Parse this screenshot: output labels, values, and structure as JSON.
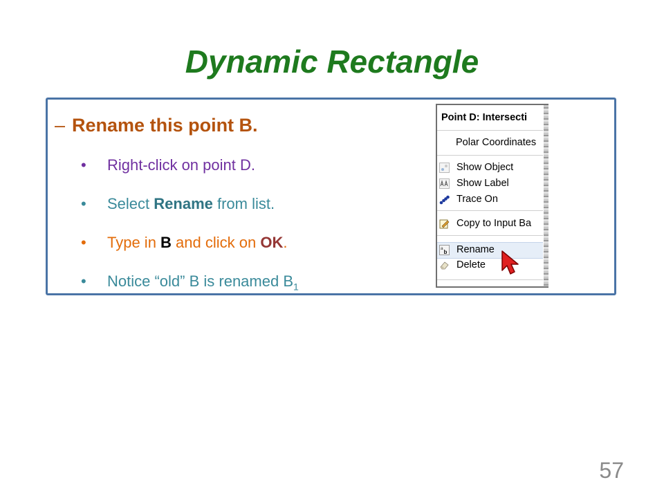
{
  "slide": {
    "title": "Dynamic Rectangle",
    "heading": {
      "dash": "–",
      "text": "Rename this point B."
    },
    "bullets": [
      {
        "marker": "•",
        "parts": [
          "Right-click on point D."
        ]
      },
      {
        "marker": "•",
        "parts": [
          "Select ",
          "Rename",
          " from list."
        ]
      },
      {
        "marker": "•",
        "parts": [
          "Type in ",
          "B",
          " and click on ",
          "OK",
          "."
        ]
      },
      {
        "marker": "•",
        "parts": [
          "Notice “old” B is renamed B",
          "1"
        ]
      }
    ],
    "page_number": "57"
  },
  "context_menu": {
    "header": "Point D: Intersecti",
    "items": [
      {
        "label": "Polar Coordinates",
        "icon": "none"
      },
      {
        "label": "Show Object",
        "icon": "show-object-icon"
      },
      {
        "label": "Show Label",
        "icon": "show-label-icon"
      },
      {
        "label": "Trace On",
        "icon": "trace-icon"
      },
      {
        "label": "Copy to Input Ba",
        "icon": "copy-to-input-icon"
      },
      {
        "label": "Rename",
        "icon": "rename-icon"
      },
      {
        "label": "Delete",
        "icon": "eraser-icon"
      }
    ]
  },
  "colors": {
    "title": "#1e7a1e",
    "heading": "#b4530e",
    "box_border": "#4a74a6",
    "cursor": "#e02020"
  }
}
